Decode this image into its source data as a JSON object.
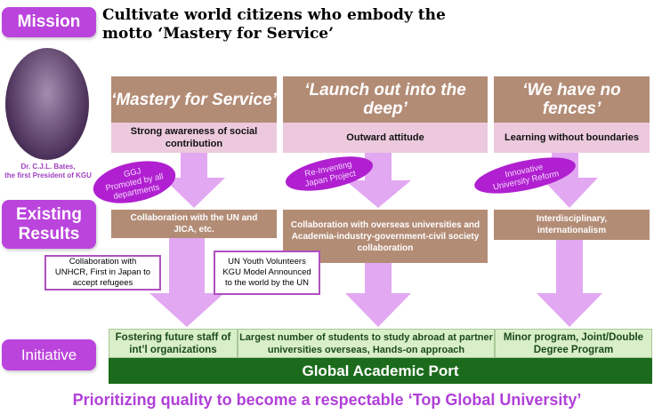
{
  "mission": {
    "label": "Mission",
    "title_line1": "Cultivate world citizens who embody the",
    "title_line2": "motto ‘Mastery for Service’"
  },
  "portrait": {
    "caption_line1": "Dr. C.J.L. Bates,",
    "caption_line2": "the first President of KGU"
  },
  "columns": [
    {
      "title": "‘Mastery for Service’",
      "subtitle": "Strong awareness of social contribution",
      "badge_l1": "GGJ",
      "badge_l2": "Promoted by all departments",
      "result": "Collaboration with the UN and JICA, etc.",
      "initiative": "Fostering future staff of int’l  organizations"
    },
    {
      "title": "‘Launch out into the deep’",
      "subtitle": "Outward attitude",
      "badge_l1": "Re-Inventing",
      "badge_l2": "Japan Project",
      "result": "Collaboration with overseas universities and Academia-industry-government-civil society collaboration",
      "initiative": "Largest number of students to study abroad at partner universities overseas, Hands-on approach"
    },
    {
      "title": "‘We have no fences’",
      "subtitle": "Learning without boundaries",
      "badge_l1": "Innovative",
      "badge_l2": "University Reform",
      "result": "Interdisciplinary, internationalism",
      "initiative": "Minor program, Joint/Double Degree Program"
    }
  ],
  "existing": {
    "label_l1": "Existing",
    "label_l2": "Results"
  },
  "notes": [
    "Collaboration with UNHCR, First in Japan to accept refugees",
    "UN Youth Volunteers KGU Model Announced to the world by the UN"
  ],
  "initiative": {
    "label": "Initiative",
    "bar": "Global Academic Port"
  },
  "footer": "Prioritizing quality to become a respectable ‘Top Global University’",
  "colors": {
    "purple": "#bb44dd",
    "brown": "#b38c76",
    "pink": "#ecc9dd",
    "arrow": "#e2a8f2",
    "green": "#1c6b1c"
  }
}
